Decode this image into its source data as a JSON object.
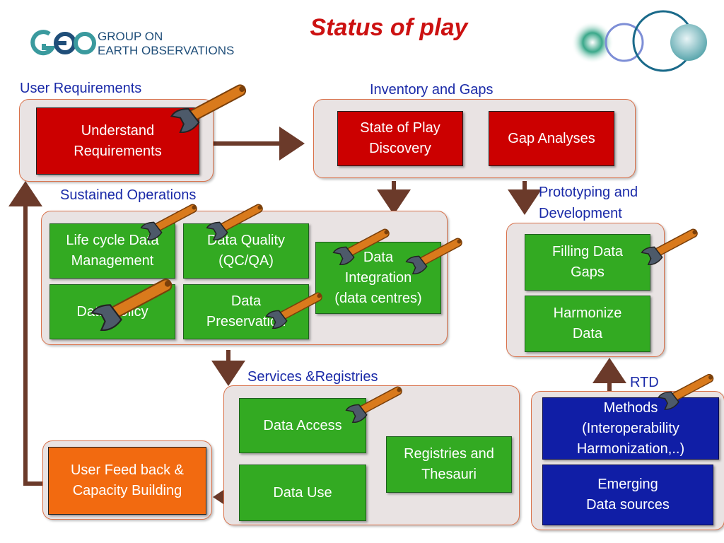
{
  "title": "Status of play",
  "org": {
    "line1": "GROUP ON",
    "line2": "EARTH OBSERVATIONS"
  },
  "sections": {
    "user_requirements": {
      "label": "User Requirements",
      "boxes": [
        "Understand\nRequirements"
      ]
    },
    "inventory": {
      "label": "Inventory and Gaps",
      "boxes": [
        "State of Play\nDiscovery",
        "Gap Analyses"
      ]
    },
    "sustained": {
      "label": "Sustained Operations",
      "boxes": [
        "Life cycle Data\nManagement",
        "Data Quality\n(QC/QA)",
        "Data\nIntegration\n(data centres)",
        "Data Policy",
        "Data\nPreservation"
      ]
    },
    "prototyping": {
      "label": "Prototyping and\nDevelopment",
      "boxes": [
        "Filling Data\nGaps",
        "Harmonize\nData"
      ]
    },
    "services": {
      "label": "Services &Registries",
      "boxes": [
        "Data Access",
        "Registries and\nThesauri",
        "Data Use"
      ]
    },
    "rtd": {
      "label": "RTD",
      "boxes": [
        "Methods\n(Interoperability\nHarmonization,..)",
        "Emerging\nData sources"
      ]
    },
    "feedback": {
      "boxes": [
        "User Feed back &\nCapacity Building"
      ]
    }
  },
  "colors": {
    "title": "#cc1111",
    "label": "#1a2aa8",
    "red": "#cc0000",
    "green": "#33aa22",
    "blue": "#101ea6",
    "orange": "#f26a10",
    "arrow": "#6b3a2a",
    "group_fill": "#e9e3e3",
    "group_border": "#d9714a"
  },
  "icons": [
    "wrench-icon",
    "geo-logo",
    "circles-logo"
  ]
}
